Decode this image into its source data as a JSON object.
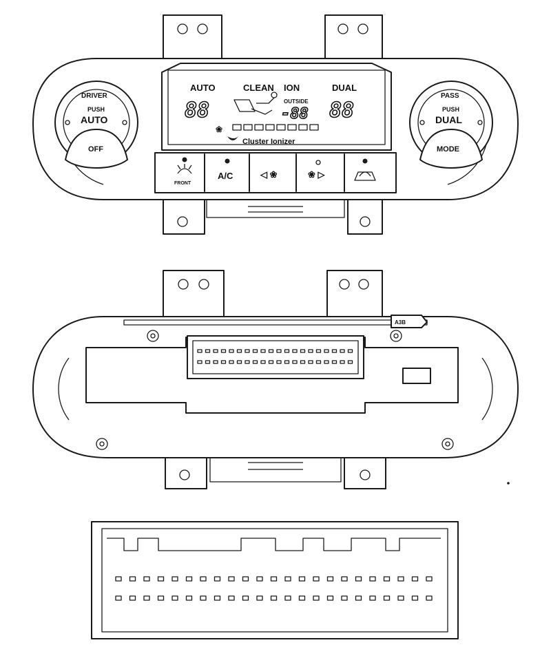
{
  "front_panel": {
    "display": {
      "auto": "AUTO",
      "clean": "CLEAN",
      "ion": "ION",
      "dual": "DUAL",
      "outside": "OUTSIDE",
      "digits_left": "88",
      "digits_center": "-88",
      "digits_right": "88",
      "brand": "Cluster Ionizer"
    },
    "left_knob": {
      "ring_label": "DRIVER",
      "push": "PUSH",
      "main": "AUTO",
      "lower": "OFF"
    },
    "right_knob": {
      "ring_label": "PASS",
      "push": "PUSH",
      "main": "DUAL",
      "lower": "MODE"
    },
    "buttons": {
      "front": "FRONT",
      "ac": "A/C",
      "fan_down": "◁ ❀",
      "fan_up": "❀ ▷"
    }
  },
  "rear_panel": {
    "tab_label": "A3B"
  },
  "icons": [
    "front-defrost-icon",
    "fan-icon",
    "recirculation-icon",
    "driver-airflow-icon",
    "ionizer-logo-icon"
  ]
}
